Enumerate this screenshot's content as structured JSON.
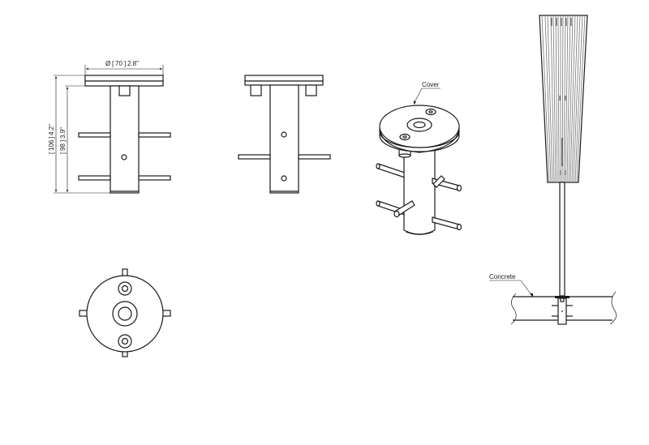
{
  "drawing": {
    "front_view": {
      "diameter_symbol": "Ø",
      "diameter_mm": "70",
      "diameter_in": "2.8\"",
      "height_total_mm": "106",
      "height_total_in": "4.2\"",
      "height_tube_mm": "98",
      "height_tube_in": "3.9\""
    },
    "iso_view": {
      "callout": "Cover"
    },
    "installed_view": {
      "callout": "Concrete"
    }
  },
  "colors": {
    "line": "#1a1a1a",
    "background": "#ffffff"
  }
}
